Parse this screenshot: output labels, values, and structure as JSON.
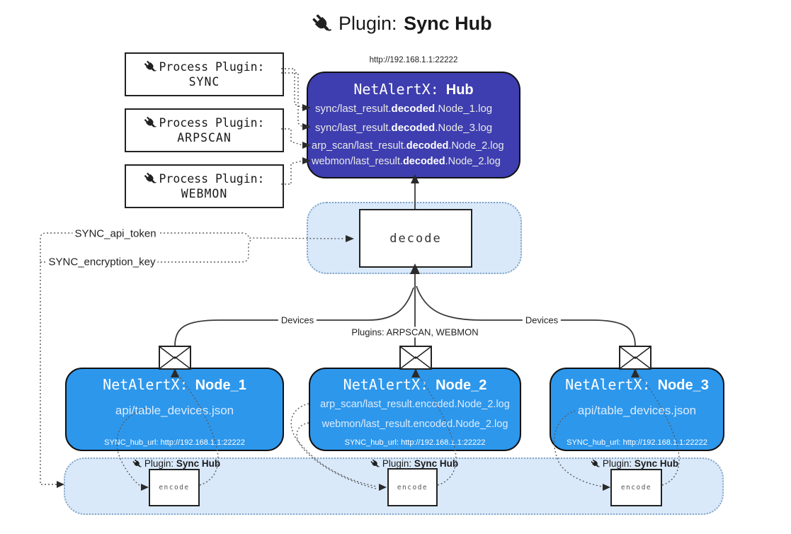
{
  "title": {
    "prefix": "Plugin:",
    "name": "Sync Hub"
  },
  "process_plugins": {
    "heading": "Process Plugin:",
    "items": [
      {
        "name": "SYNC"
      },
      {
        "name": "ARPSCAN"
      },
      {
        "name": "WEBMON"
      }
    ]
  },
  "hub": {
    "url": "http://192.168.1.1:22222",
    "title_prefix": "NetAlertX:",
    "title_name": "Hub",
    "logs": [
      {
        "pre": "sync/last_result.",
        "bold": "decoded",
        "post": ".Node_1.log"
      },
      {
        "pre": "sync/last_result.",
        "bold": "decoded",
        "post": ".Node_3.log"
      },
      {
        "pre": "arp_scan/last_result.",
        "bold": "decoded",
        "post": ".Node_2.log"
      },
      {
        "pre": "webmon/last_result.",
        "bold": "decoded",
        "post": ".Node_2.log"
      }
    ]
  },
  "decode_label": "decode",
  "encode_label": "encode",
  "secrets": {
    "api_token": "SYNC_api_token",
    "encryption_key": "SYNC_encryption_key"
  },
  "edge_labels": {
    "devices_left": "Devices",
    "plugins_mid": "Plugins: ARPSCAN, WEBMON",
    "devices_right": "Devices"
  },
  "nodes": [
    {
      "title_prefix": "NetAlertX:",
      "title_name": "Node_1",
      "lines": [
        "api/table_devices.json"
      ],
      "hub_url": "SYNC_hub_url: http://192.168.1.1:22222"
    },
    {
      "title_prefix": "NetAlertX:",
      "title_name": "Node_2",
      "lines": [
        "arp_scan/last_result.encoded.Node_2.log",
        "webmon/last_result.encoded.Node_2.log"
      ],
      "hub_url": "SYNC_hub_url: http://192.168.1.1:22222"
    },
    {
      "title_prefix": "NetAlertX:",
      "title_name": "Node_3",
      "lines": [
        "api/table_devices.json"
      ],
      "hub_url": "SYNC_hub_url: http://192.168.1.1:22222"
    }
  ],
  "encoder_label": {
    "prefix": "Plugin:",
    "name": "Sync Hub"
  },
  "colors": {
    "hub_fill": "#3E3EB0",
    "node_fill": "#2D97EC",
    "panel_fill": "#D9E9FA",
    "panel_border": "#7FA3C6"
  }
}
